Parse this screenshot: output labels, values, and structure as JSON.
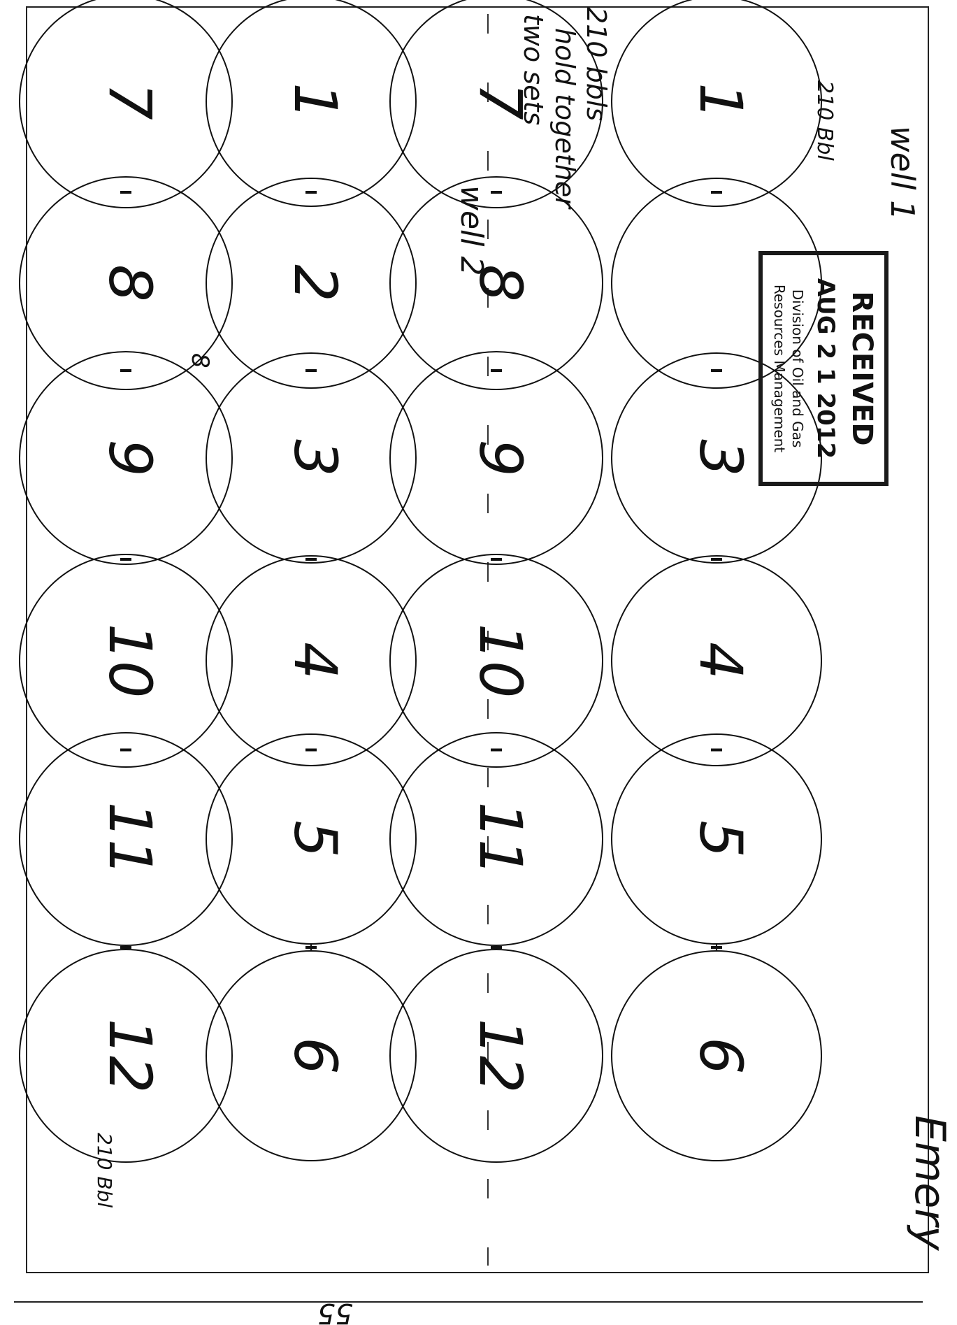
{
  "colors": {
    "ink": "#111111",
    "paper": "#ffffff",
    "stamp": "#1a1a1a"
  },
  "wells": [
    {
      "label": "well 1",
      "tanks": [
        "1",
        "",
        "3",
        "4",
        "5",
        "6"
      ],
      "notes": [
        "210 Bbl"
      ]
    },
    {
      "label": "well 2",
      "tanks": [
        "7",
        "8",
        "9",
        "10",
        "11",
        "12"
      ],
      "notes": [
        "210 bbls",
        "hold together",
        "two sets"
      ]
    }
  ],
  "bank_left": {
    "tanks": [
      "1",
      "2",
      "3",
      "4",
      "5",
      "6"
    ]
  },
  "bank_far": {
    "tanks": [
      "7",
      "8",
      "9",
      "10",
      "11",
      "12"
    ],
    "notes": [
      "8",
      "210 Bbl"
    ]
  },
  "stamp": {
    "title": "RECEIVED",
    "date": "AUG 2 1 2012",
    "line1": "Division of Oil and Gas",
    "line2": "Resources Management"
  },
  "footer": {
    "page_mark": "55"
  },
  "margin_note": "Emery"
}
